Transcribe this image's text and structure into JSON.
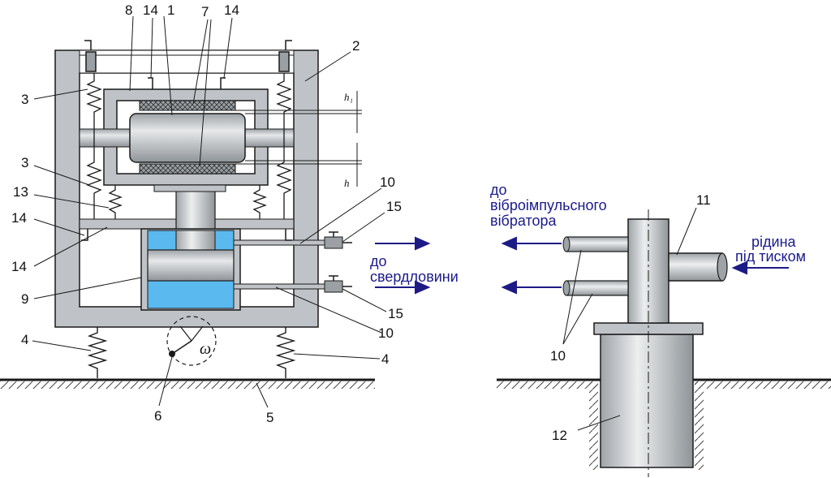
{
  "colors": {
    "metal": "#bfc3c7",
    "metal_dark": "#8e9396",
    "fluid": "#5ab9ee",
    "arrow": "#1d1a86",
    "line": "#1a1a1a"
  },
  "labels": {
    "n1": "1",
    "n2": "2",
    "n3a": "3",
    "n3b": "3",
    "n4a": "4",
    "n4b": "4",
    "n5": "5",
    "n6": "6",
    "n7": "7",
    "n8": "8",
    "n9": "9",
    "n10a": "10",
    "n10b": "10",
    "n10c": "10",
    "n11": "11",
    "n12": "12",
    "n13": "13",
    "n14a": "14",
    "n14b": "14",
    "n14c": "14",
    "n14d": "14",
    "n15a": "15",
    "n15b": "15",
    "omega": "ω",
    "h1": "h₁",
    "h2": "h"
  },
  "texts": {
    "to_well_1": "до",
    "to_well_2": "свердловини",
    "to_vib_1": "до",
    "to_vib_2": "віброімпульсного",
    "to_vib_3": "вібратора",
    "fluid_1": "рідина",
    "fluid_2": "під тиском"
  },
  "icons": {
    "spring": "spring-icon",
    "valve": "valve-icon",
    "arrow": "arrow-icon"
  }
}
